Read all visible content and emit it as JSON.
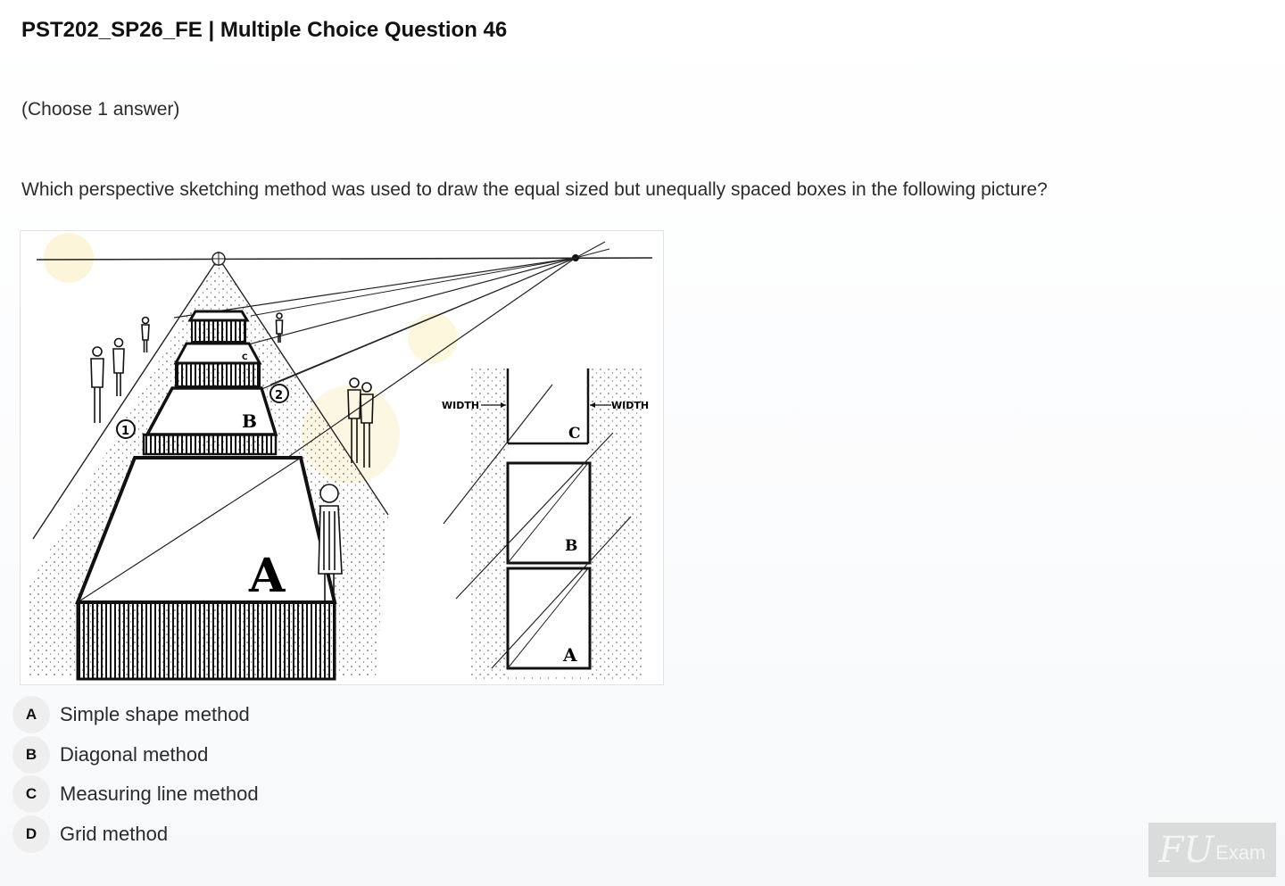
{
  "header": {
    "title": "PST202_SP26_FE | Multiple Choice Question 46"
  },
  "question": {
    "instruction": "(Choose 1 answer)",
    "text": "Which perspective sketching method was used to draw the equal sized but unequally spaced boxes in the following picture?"
  },
  "figure": {
    "labels": {
      "box_a": "A",
      "box_b": "B",
      "box_c": "C",
      "marker_1": "1",
      "marker_2": "2",
      "width_left": "WIDTH",
      "width_right": "WIDTH",
      "plan_a": "A",
      "plan_b": "B",
      "plan_c": "C"
    }
  },
  "options": [
    {
      "letter": "A",
      "text": "Simple shape method"
    },
    {
      "letter": "B",
      "text": "Diagonal method"
    },
    {
      "letter": "C",
      "text": "Measuring line method"
    },
    {
      "letter": "D",
      "text": "Grid method"
    }
  ],
  "watermark": {
    "logo": "FU",
    "text": "Exam"
  }
}
